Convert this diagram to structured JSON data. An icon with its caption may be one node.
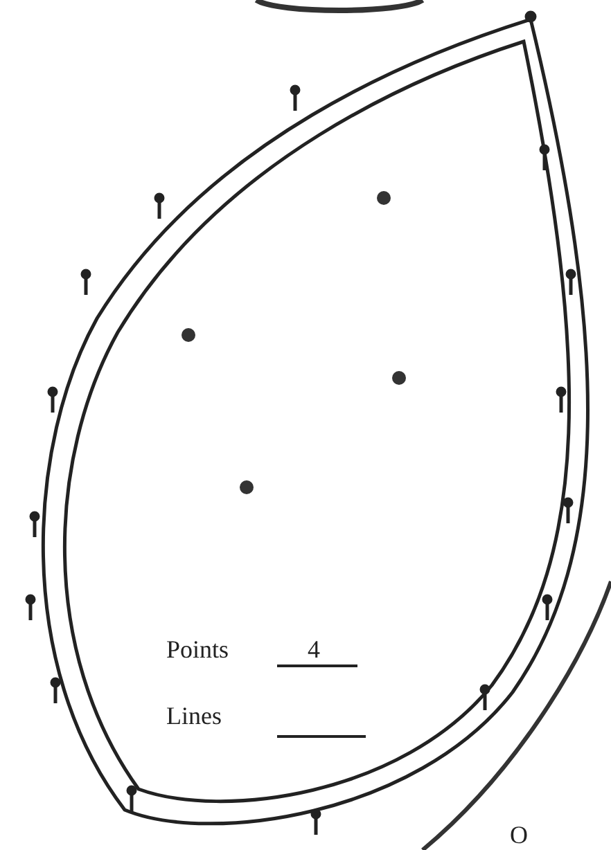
{
  "diagram": {
    "labels": [
      "Points",
      "4",
      "Lines",
      "O"
    ]
  }
}
